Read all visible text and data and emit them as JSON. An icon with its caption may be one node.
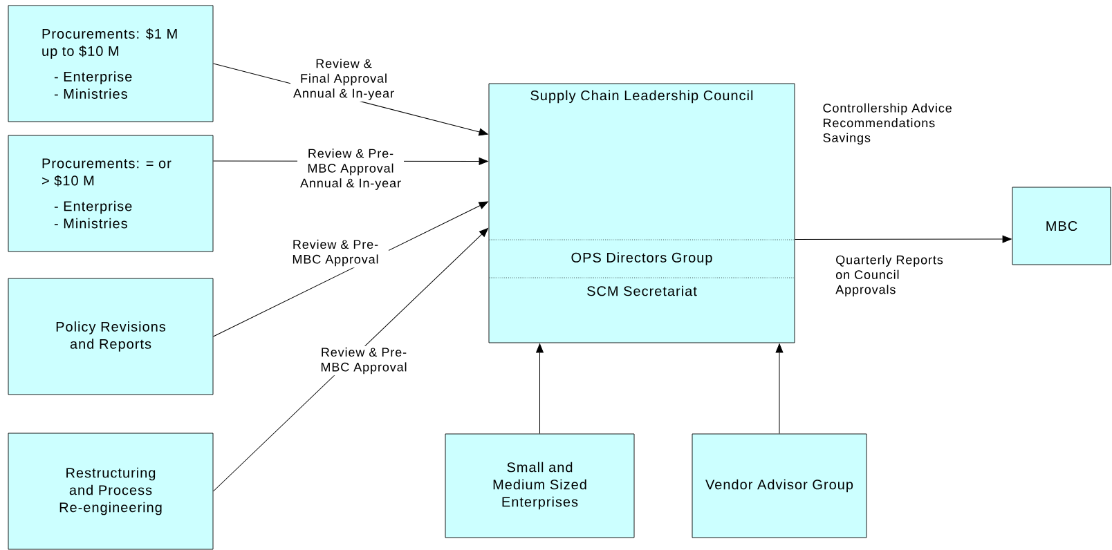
{
  "diagram": {
    "nodes": [
      {
        "text": [
          "Procurements: $1 M up to $10 M",
          "- Enterprise",
          "- Ministries"
        ]
      },
      {
        "text": [
          "Procurements: = or > $10 M",
          "- Enterprise",
          "- Ministries"
        ]
      },
      {
        "text": [
          "Policy Revisions and Reports"
        ]
      },
      {
        "text": [
          "Restructuring and Process Re-engineering"
        ]
      },
      {
        "text": [
          "Supply Chain Leadership Council"
        ]
      },
      {
        "text": [
          "OPS Directors Group"
        ],
        "in": 4
      },
      {
        "text": [
          "SCM Secretariat"
        ],
        "in": 4
      },
      {
        "text": [
          "MBC"
        ]
      },
      {
        "text": [
          "Small and Medium Sized Enterprises"
        ]
      },
      {
        "text": [
          "Vendor Advisor Group"
        ]
      }
    ],
    "edges": [
      {
        "from": 0,
        "to": 4,
        "arrow": "to",
        "label": "Review & Final Approval Annual & In-year"
      },
      {
        "from": 1,
        "to": 4,
        "arrow": "to",
        "label": "Review & Pre-MBC Approval Annual & In-year"
      },
      {
        "from": 2,
        "to": 4,
        "arrow": "to",
        "label": "Review & Pre-MBC Approval"
      },
      {
        "from": 3,
        "to": 4,
        "arrow": "to",
        "label": "Review & Pre-MBC Approval"
      },
      {
        "from": 4,
        "to": 7,
        "arrow": "to",
        "label": "Quarterly Reports on Council Approvals"
      },
      {
        "from": 8,
        "to": 4,
        "arrow": "to"
      },
      {
        "from": 9,
        "to": 4,
        "arrow": "to"
      }
    ],
    "labels": [
      "Controllership Advice Recommendations Savings"
    ]
  }
}
